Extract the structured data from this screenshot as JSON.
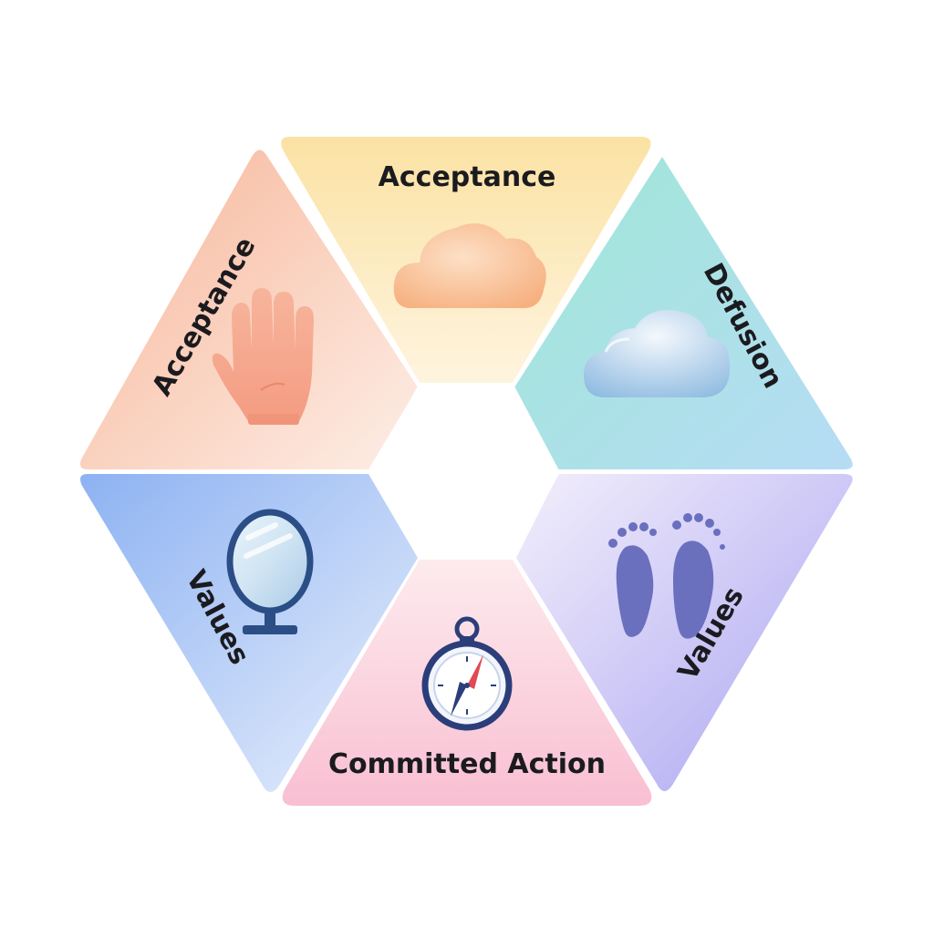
{
  "diagram": {
    "segments": [
      {
        "id": "top",
        "label": "Acceptance",
        "icon": "cloud-icon",
        "color_a": "#fbe3a8",
        "color_b": "#fdf1d6"
      },
      {
        "id": "upper-right",
        "label": "Defusion",
        "icon": "cloud-icon",
        "color_a": "#9fe6d8",
        "color_b": "#b9e3f3"
      },
      {
        "id": "lower-right",
        "label": "Values",
        "icon": "footprints-icon",
        "color_a": "#f1ecfb",
        "color_b": "#b0a8f2"
      },
      {
        "id": "bottom",
        "label": "Committed Action",
        "icon": "compass-icon",
        "color_a": "#fde6ea",
        "color_b": "#f8bdd0"
      },
      {
        "id": "lower-left",
        "label": "Values",
        "icon": "mirror-icon",
        "color_a": "#8eb3f3",
        "color_b": "#e4edfb"
      },
      {
        "id": "upper-left",
        "label": "Acceptance",
        "icon": "hand-icon",
        "color_a": "#f7b79b",
        "color_b": "#fde9df"
      }
    ]
  }
}
